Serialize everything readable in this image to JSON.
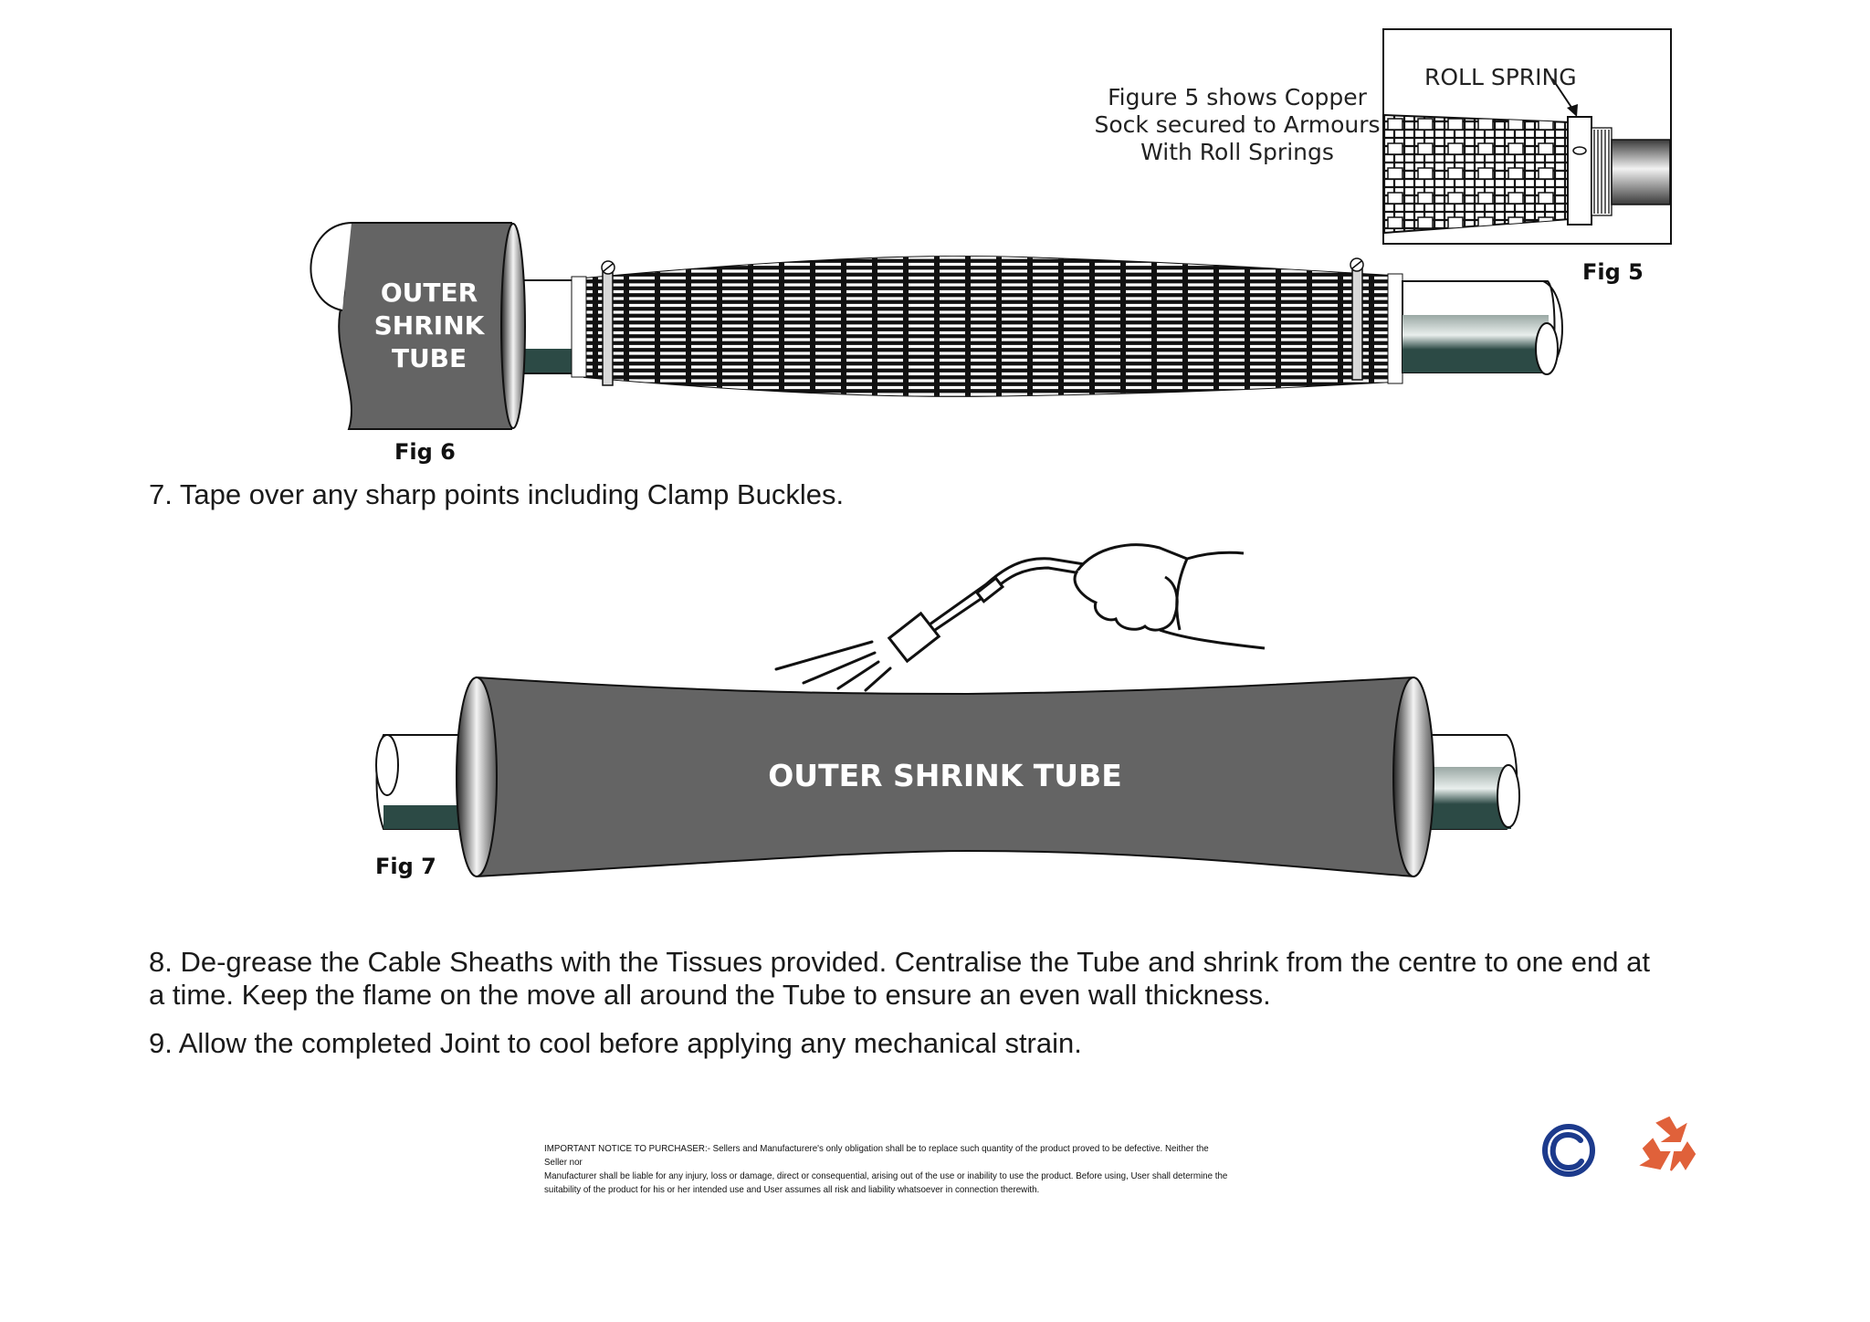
{
  "figures": {
    "fig5": {
      "label": "Fig 5",
      "caption_lines": [
        "Figure 5 shows Copper",
        "Sock secured to Armours",
        "With Roll Springs"
      ],
      "callout": "ROLL SPRING"
    },
    "fig6": {
      "label": "Fig 6",
      "tube_lines": [
        "OUTER",
        "SHRINK",
        "TUBE"
      ]
    },
    "fig7": {
      "label": "Fig 7",
      "tube_text": "OUTER SHRINK TUBE"
    }
  },
  "steps": {
    "step7": "7. Tape over any sharp points including Clamp Buckles.",
    "step8_line1": "8. De-grease the Cable Sheaths with the Tissues provided. Centralise the Tube  and shrink from the centre to one end at",
    "step8_line2": "a time. Keep the flame on the move all around the Tube to ensure an even wall thickness.",
    "step9": "9. Allow the completed Joint to cool before applying any mechanical strain."
  },
  "notice": {
    "line1": "IMPORTANT NOTICE TO PURCHASER:- Sellers and Manufacturere's only obligation shall be to replace such quantity of the product proved to be defective. Neither the Seller nor",
    "line2": " Manufacturer shall be liable for any injury, loss or damage, direct or consequential, arising out of the use or inability to use the product. Before using, User shall determine the",
    "line3": "suitability of the product for his or her intended use and User assumes all risk and liability whatsoever in connection therewith."
  },
  "icons": {
    "copyright": "copyright-icon",
    "recycle": "recycle-icon"
  },
  "colors": {
    "tube_gray": "#646464",
    "sheath_green": "#2c4a45",
    "copyright_blue": "#1c3a8c",
    "recycle_orange": "#e0613a"
  }
}
